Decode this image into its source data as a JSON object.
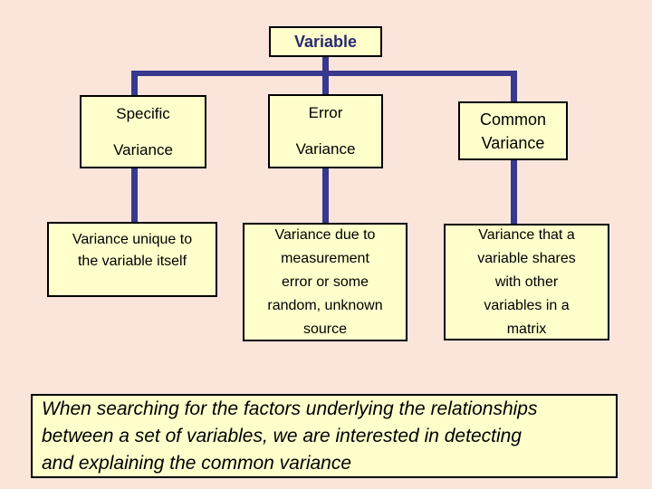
{
  "slide": {
    "background_color": "#FBE5DB",
    "box_fill_color": "#FFFFCC",
    "box_border_color": "#000000",
    "connector_color": "#38388E",
    "root_text_color": "#2A2A70"
  },
  "root": {
    "label": "Variable"
  },
  "branches": [
    {
      "id": "specific",
      "label_lines": [
        "Specific",
        "Variance"
      ],
      "desc_lines": [
        "Variance unique to",
        "the variable itself"
      ]
    },
    {
      "id": "error",
      "label_lines": [
        "Error",
        "Variance"
      ],
      "desc_lines": [
        "Variance due to",
        "measurement",
        "error or some",
        "random, unknown",
        "source"
      ]
    },
    {
      "id": "common",
      "label_lines": [
        "Common",
        "Variance"
      ],
      "desc_lines": [
        "Variance that a",
        "variable shares",
        "with other",
        "variables in a",
        "matrix"
      ]
    }
  ],
  "footer": {
    "note_lines": [
      "When searching for the factors underlying the relationships",
      "between a set of variables, we are interested in detecting",
      "and explaining the common variance"
    ]
  }
}
